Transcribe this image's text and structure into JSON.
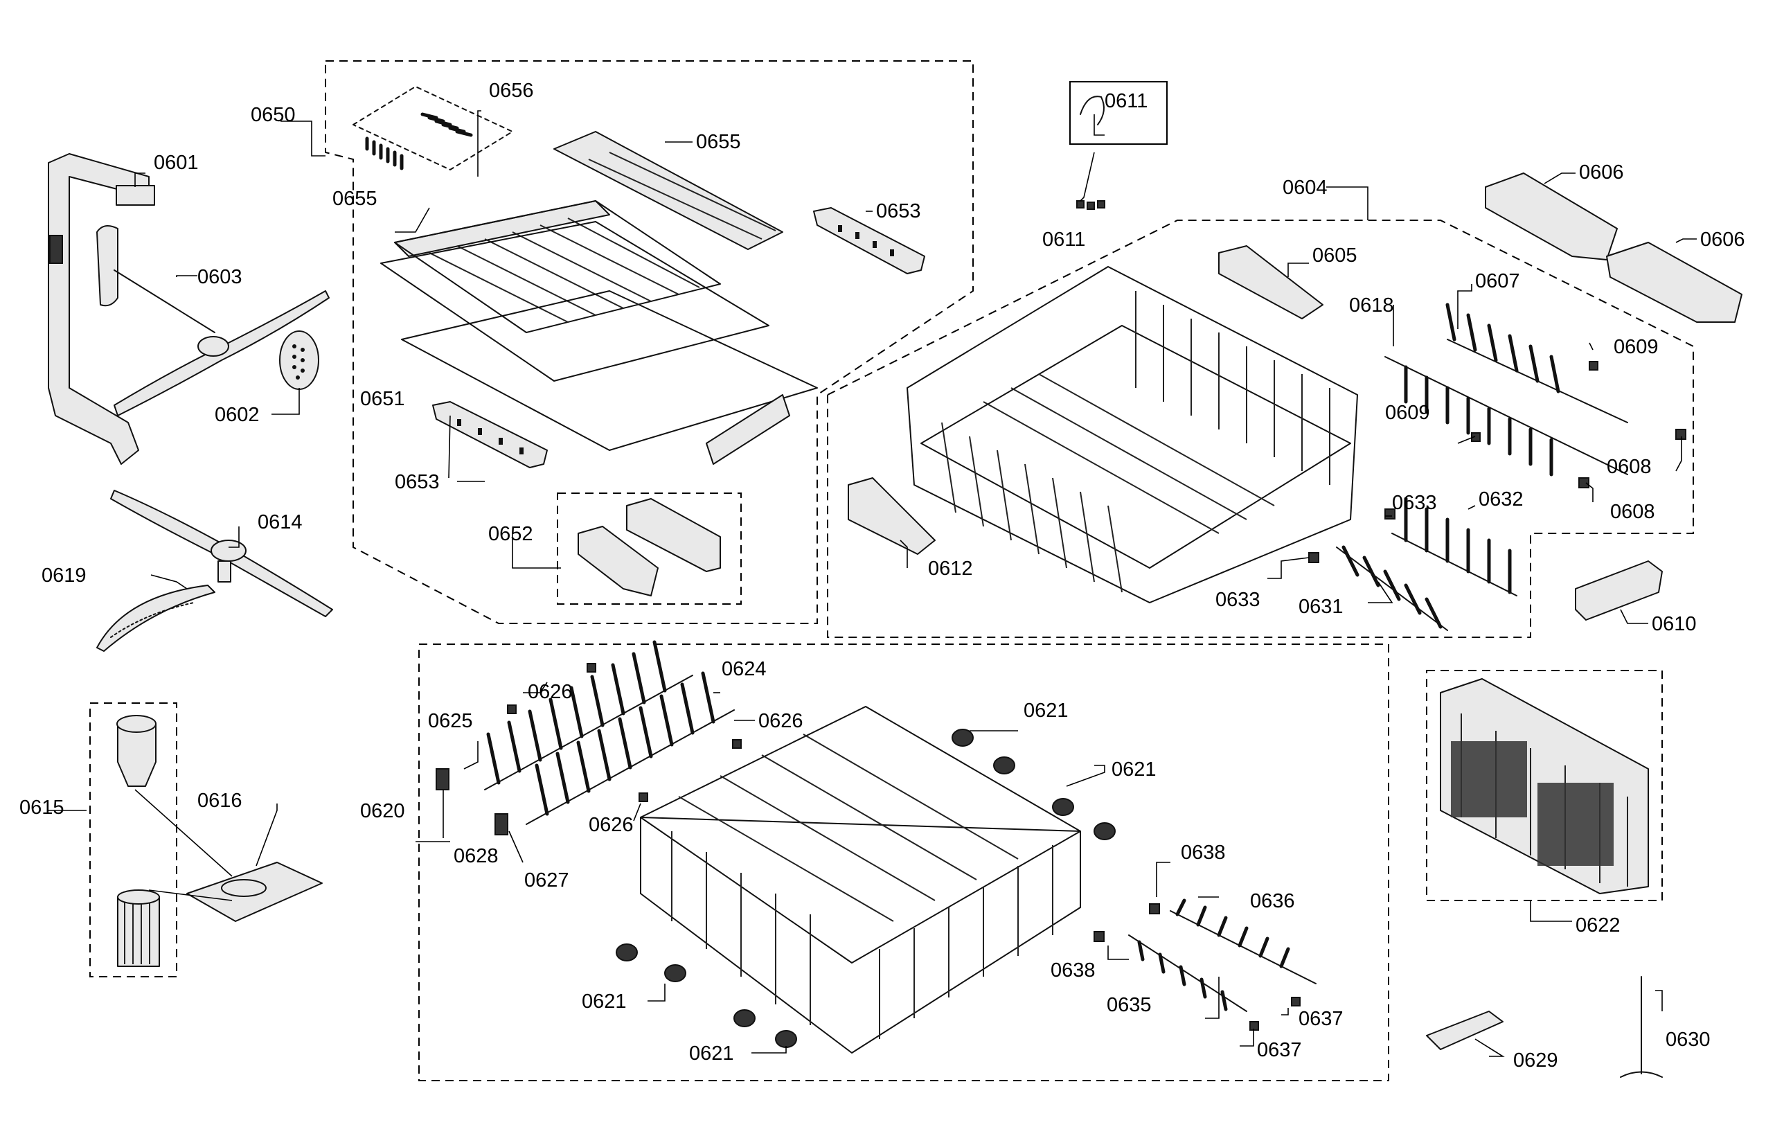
{
  "labels": {
    "p0601": "0601",
    "p0602": "0602",
    "p0603": "0603",
    "p0604": "0604",
    "p0605": "0605",
    "p0606a": "0606",
    "p0606b": "0606",
    "p0607": "0607",
    "p0608a": "0608",
    "p0608b": "0608",
    "p0609a": "0609",
    "p0609b": "0609",
    "p0610": "0610",
    "p0611a": "0611",
    "p0611b": "0611",
    "p0612": "0612",
    "p0614": "0614",
    "p0615": "0615",
    "p0616": "0616",
    "p0618": "0618",
    "p0619": "0619",
    "p0620": "0620",
    "p0621a": "0621",
    "p0621b": "0621",
    "p0621c": "0621",
    "p0621d": "0621",
    "p0622": "0622",
    "p0624": "0624",
    "p0625": "0625",
    "p0626a": "0626",
    "p0626b": "0626",
    "p0626c": "0626",
    "p0627": "0627",
    "p0628": "0628",
    "p0629": "0629",
    "p0630": "0630",
    "p0631": "0631",
    "p0632": "0632",
    "p0633a": "0633",
    "p0633b": "0633",
    "p0635": "0635",
    "p0636": "0636",
    "p0637a": "0637",
    "p0637b": "0637",
    "p0638a": "0638",
    "p0638b": "0638",
    "p0650": "0650",
    "p0651": "0651",
    "p0652": "0652",
    "p0653a": "0653",
    "p0653b": "0653",
    "p0655a": "0655",
    "p0655b": "0655",
    "p0656": "0656"
  }
}
